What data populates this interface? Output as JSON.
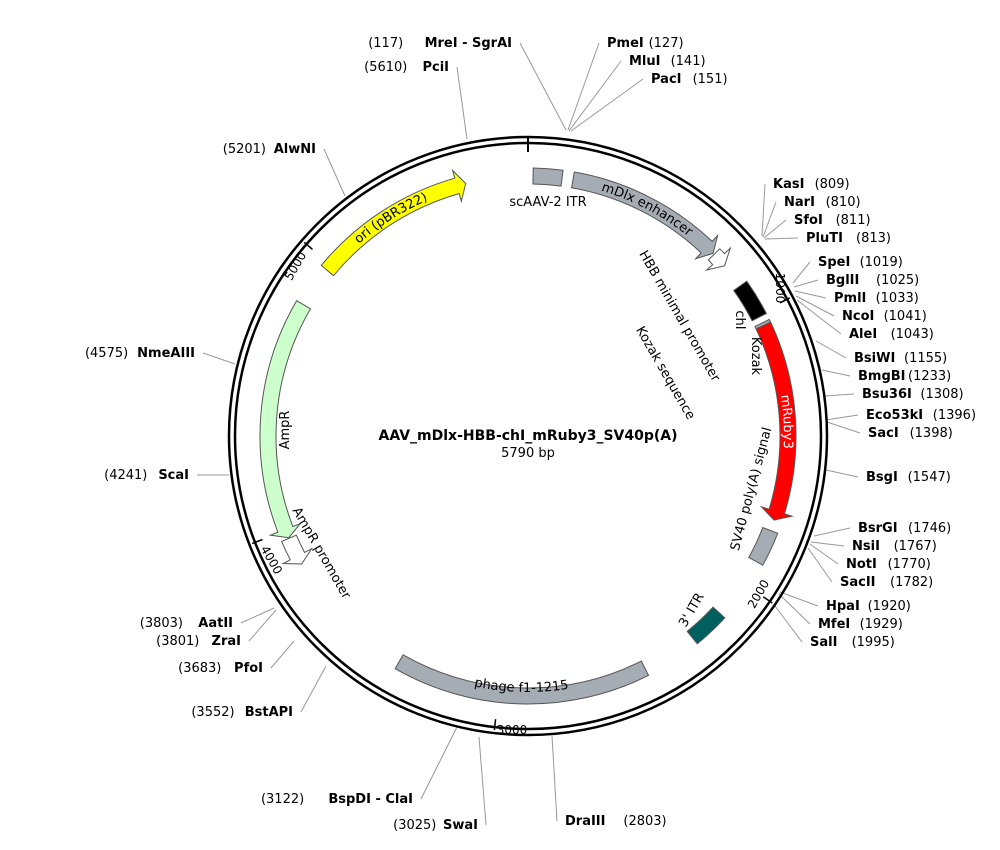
{
  "map": {
    "name": "AAV_mDlx-HBB-chI_mRuby3_SV40p(A)",
    "size_label": "5790 bp",
    "length_bp": 5790
  },
  "ticks": [
    {
      "bp": 1000,
      "label": "1000"
    },
    {
      "bp": 2000,
      "label": "2000"
    },
    {
      "bp": 3000,
      "label": "3000"
    },
    {
      "bp": 4000,
      "label": "4000"
    },
    {
      "bp": 5000,
      "label": "5000"
    }
  ],
  "features": [
    {
      "name": "ori",
      "label": "ori (pBR322)",
      "kind": "arrow",
      "start": 4978,
      "end": 5567,
      "dir": 1,
      "color": "#ffff00",
      "labelInside": true,
      "textColor": "#000000"
    },
    {
      "name": "scaav2-itr",
      "label": "scAAV-2 ITR",
      "kind": "box",
      "start": 18,
      "end": 121,
      "color": "#a6acb3"
    },
    {
      "name": "mdlx-enhancer",
      "label": "mDlx enhancer",
      "kind": "arrow",
      "start": 160,
      "end": 730,
      "dir": 1,
      "color": "#a6acb3",
      "labelInside": true,
      "textColor": "#000000"
    },
    {
      "name": "hbb-minimal-promoter",
      "label": "HBB minimal promoter",
      "kind": "arrow",
      "start": 735,
      "end": 790,
      "dir": 1,
      "color": "#ffffff"
    },
    {
      "name": "chi",
      "label": "chI",
      "kind": "box",
      "start": 880,
      "end": 1010,
      "color": "#000000"
    },
    {
      "name": "kozak",
      "label": "Kozak sequence",
      "kind": "box",
      "start": 1033,
      "end": 1043,
      "color": "#a6acb3"
    },
    {
      "name": "mruby3",
      "label": "mRuby3",
      "kind": "arrow",
      "start": 1043,
      "end": 1751,
      "dir": 1,
      "color": "#ff0000",
      "labelInside": true,
      "textColor": "#ffffff"
    },
    {
      "name": "sv40-polya",
      "label": "SV40 poly(A) signal",
      "kind": "box",
      "start": 1790,
      "end": 1911,
      "color": "#a6acb3"
    },
    {
      "name": "three-itr",
      "label": "3' ITR",
      "kind": "box",
      "start": 2135,
      "end": 2265,
      "color": "#006060"
    },
    {
      "name": "phage-f1",
      "label": "phage f1-1215",
      "kind": "box",
      "start": 2465,
      "end": 3373,
      "color": "#a6acb3",
      "labelInside": true,
      "textColor": "#000000"
    },
    {
      "name": "ampr-promoter",
      "label": "AmpR promoter",
      "kind": "arrow",
      "start": 3868,
      "end": 3970,
      "dir": -1,
      "color": "#ffffff"
    },
    {
      "name": "ampr",
      "label": "AmpR",
      "kind": "arrow",
      "start": 3972,
      "end": 4830,
      "dir": -1,
      "color": "#ccffcc"
    }
  ],
  "sites": [
    {
      "name": "MreI - SgrAI",
      "pos": "(117)"
    },
    {
      "name": "PmeI",
      "pos": "(127)"
    },
    {
      "name": "MluI",
      "pos": "(141)"
    },
    {
      "name": "PacI",
      "pos": "(151)"
    },
    {
      "name": "KasI",
      "pos": "(809)"
    },
    {
      "name": "NarI",
      "pos": "(810)"
    },
    {
      "name": "SfoI",
      "pos": "(811)"
    },
    {
      "name": "PluTI",
      "pos": "(813)"
    },
    {
      "name": "SpeI",
      "pos": "(1019)"
    },
    {
      "name": "BglII",
      "pos": "(1025)"
    },
    {
      "name": "PmlI",
      "pos": "(1033)"
    },
    {
      "name": "NcoI",
      "pos": "(1041)"
    },
    {
      "name": "AleI",
      "pos": "(1043)"
    },
    {
      "name": "BsiWI",
      "pos": "(1155)"
    },
    {
      "name": "BmgBI",
      "pos": "(1233)"
    },
    {
      "name": "Bsu36I",
      "pos": "(1308)"
    },
    {
      "name": "Eco53kI",
      "pos": "(1396)"
    },
    {
      "name": "SacI",
      "pos": "(1398)"
    },
    {
      "name": "BsgI",
      "pos": "(1547)"
    },
    {
      "name": "BsrGI",
      "pos": "(1746)"
    },
    {
      "name": "NsiI",
      "pos": "(1767)"
    },
    {
      "name": "NotI",
      "pos": "(1770)"
    },
    {
      "name": "SacII",
      "pos": "(1782)"
    },
    {
      "name": "HpaI",
      "pos": "(1920)"
    },
    {
      "name": "MfeI",
      "pos": "(1929)"
    },
    {
      "name": "SalI",
      "pos": "(1995)"
    },
    {
      "name": "DraIII",
      "pos": "(2803)"
    },
    {
      "name": "SwaI",
      "pos": "(3025)"
    },
    {
      "name": "BspDI - ClaI",
      "pos": "(3122)"
    },
    {
      "name": "BstAPI",
      "pos": "(3552)"
    },
    {
      "name": "PfoI",
      "pos": "(3683)"
    },
    {
      "name": "ZraI",
      "pos": "(3801)"
    },
    {
      "name": "AatII",
      "pos": "(3803)"
    },
    {
      "name": "ScaI",
      "pos": "(4241)"
    },
    {
      "name": "NmeAIII",
      "pos": "(4575)"
    },
    {
      "name": "AlwNI",
      "pos": "(5201)"
    },
    {
      "name": "PciI",
      "pos": "(5610)"
    }
  ]
}
